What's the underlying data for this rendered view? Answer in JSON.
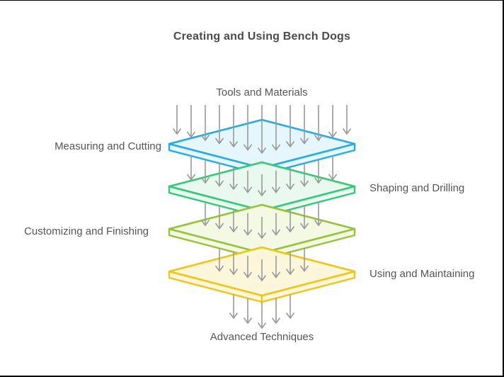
{
  "title": "Creating and Using Bench Dogs",
  "diagram": {
    "source_label": "Tools and Materials",
    "sink_label": "Advanced Techniques",
    "layers": [
      {
        "label": "Measuring and Cutting",
        "side": "left",
        "stroke": "#29ABE2",
        "fill": "#E5F6FD"
      },
      {
        "label": "Shaping and Drilling",
        "side": "right",
        "stroke": "#34C977",
        "fill": "#EAF9F0"
      },
      {
        "label": "Customizing and Finishing",
        "side": "left",
        "stroke": "#97C23C",
        "fill": "#F4F9E4"
      },
      {
        "label": "Using and Maintaining",
        "side": "right",
        "stroke": "#F0C419",
        "fill": "#FCF6DA"
      }
    ],
    "arrow_color": "#999999",
    "text_color": "#555555",
    "title_color": "#4A4A4A"
  }
}
